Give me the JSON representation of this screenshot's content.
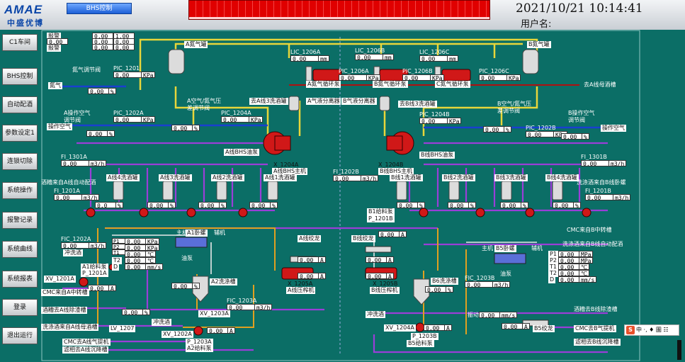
{
  "header": {
    "brand": "AMAE",
    "brand_cn": "中盛优博",
    "tab": "BHS控制",
    "datetime": "2021/10/21 10:14:41",
    "user_label": "用户名:"
  },
  "nav": [
    "C1车间",
    "BHS控制",
    "自动配酒",
    "参数设定1",
    "连锁切除",
    "系统操作",
    "报警记录",
    "系统曲线",
    "系统报表",
    "登录",
    "退出运行"
  ],
  "alarm_legend": {
    "label1": "报警",
    "label2": "报警",
    "v1": "0.00",
    "v2": "0.00",
    "v3": "0.00",
    "v4": "1.00",
    "v5": "0.00",
    "v6": "0.00",
    "v7": "0.00"
  },
  "labels": {
    "a_n2_tank": "A氮气罐",
    "b_n2_tank": "B氮气罐",
    "n2": "氮气",
    "n2_valve": "氮气调节阀",
    "pic1201": "PIC_1201",
    "lic1206a": "LIC_1206A",
    "lic1206b": "LIC_1206B",
    "lic1206c": "LIC_1206C",
    "pic1206a": "PIC_1206A",
    "pic1206b": "PIC_1206B",
    "pic1206c": "PIC_1206C",
    "a_n2_pump": "A氮气循环泵",
    "b_n2_pump": "B氮气循环泵",
    "c_n2_pump": "C氮气循环泵",
    "to_a_mother": "去A线母酒槽",
    "a_air_n2_valve": "A空气/氮气压差调节阀",
    "b_air_n2_valve": "B空气/氮气压差调节阀",
    "to_a3_wash": "去A线3洗酒罐",
    "to_a3_wash_b": "去B线3洗酒罐",
    "a_sep": "A气液分离器",
    "b_sep": "B气液分离器",
    "pic1202a": "PIC_1202A",
    "pic1204a": "PIC_1204A",
    "pic1204b": "PIC_1204B",
    "pic1202b": "PIC_1202B",
    "a_op_air": "A操作空气调节阀",
    "b_op_air": "B操作空气调节阀",
    "op_air": "操作空气",
    "op_air_b": "操作空气",
    "a_bhs_pump": "A线BHS油泵",
    "b_bhs_pump": "B线BHS油泵",
    "x1204a": "X_1204A",
    "a_bhs_main": "A线BHS主机",
    "x1204b": "X_1204B",
    "b_bhs_main": "B线BHS主机",
    "fi1301a": "FI_1301A",
    "fi1301b": "FI_1301B",
    "a_recv": "酒糟来自A线自动配酒",
    "b_recv": "洗涤酒来自B线卧螺",
    "fi1201a": "FI_1201A",
    "fi1201b": "FI_1201B",
    "fi1202b": "FI_1202B",
    "a4": "A线4洗酒罐",
    "a3": "A线3洗酒罐",
    "a2": "A线2洗酒罐",
    "a1": "A线1洗酒罐",
    "b1": "B线1洗酒罐",
    "b2": "B线2洗酒罐",
    "b3": "B线3洗酒罐",
    "b4": "B线4洗酒罐",
    "b1_feed": "B1给料泵",
    "p1201b": "P_1201B",
    "a_screw": "A线绞龙",
    "b_screw": "B线绞龙",
    "cmc_b": "CMC来自B中转槽",
    "wash_b_auto": "洗涤酒来自B线自动配酒",
    "fic1202a": "FIC_1202A",
    "main": "主机",
    "aux": "辅机",
    "a1_dec": "A1卧螺",
    "oil_pump": "油泵",
    "b5_dec": "B5卧螺",
    "oil_pump_b": "油泵",
    "wash_a": "冲洗酒",
    "xv1201a": "XV_1201A",
    "a1_feed": "A1给料泵",
    "p1201a": "P_1201A",
    "cmc_a": "CMC来自A中转槽",
    "a2_tank": "A2洗涤槽",
    "x1205a": "X_1205A",
    "a_press": "A线压榨机",
    "x1205b": "X_1205B",
    "b_press": "B线压榨机",
    "b6_tank": "B6洗涤槽",
    "fic1203b": "FIC_1203B",
    "to_a_clean": "酒糟去A线除渣槽",
    "to_b_clean": "酒糟去B线除渣槽",
    "lv1207": "LV_1207",
    "wash_to_a_mother": "洗涤酒来自A线母酒槽",
    "wash_a2": "冲洗酒",
    "xv1203a": "XV_1203A",
    "xv1202a": "XV_1202A",
    "fic1203a": "FIC_1203A",
    "p1203a": "P_1203A",
    "a2_feed": "A2给料泵",
    "cmc_to_a": "CMC去A线气提机",
    "liq_to_a": "滤相去A线沉降槽",
    "wash_b": "冲洗酒",
    "xv1204a": "XV_1204A",
    "p1203b": "P_1203B",
    "b5_feed": "B5给料泵",
    "vib": "振动",
    "b_screw2": "B5绞龙",
    "cmc_to_b": "CMC去B气提机",
    "liq_to_b": "滤相去B线沉降槽"
  },
  "values": {
    "pic1201": "0.00",
    "pic1201_u": "KPa",
    "n2_valve": "0.00",
    "lic1206a": "0.00",
    "lic1206a_u": "mm",
    "lic1206b": "0.00",
    "lic1206b_u": "mm",
    "lic1206c": "0.00",
    "lic1206c_u": "mm",
    "pic1206a": "0.00",
    "pic1206a_u": "KPa",
    "pic1206b": "0.00",
    "pic1206b_u": "KPa",
    "pic1206c": "0.00",
    "pic1206c_u": "KPa",
    "pic1202a": "0.00",
    "pic1202a_u": "KPa",
    "pic1204a": "0.00",
    "pic1204a_u": "KPa",
    "pic1204b": "0.00",
    "pic1204b_u": "KPa",
    "pic1202b": "0.00",
    "pic1202b_u": "KPa",
    "a_air_valve": "0.00",
    "b_air_valve": "0.00",
    "a_op_valve": "0.00",
    "b_op_valve": "0.00",
    "fi1301a": "0.00",
    "fi1301a_u": "m3/h",
    "fi1301b": "0.00",
    "fi1301b_u": "m3/h",
    "fi1201a": "0.00",
    "fi1201a_u": "m3/h",
    "fi1201b": "0.00",
    "fi1201b_u": "m3/h",
    "fi1202b": "0.00",
    "fi1202b_u": "m3/h",
    "a4p": "0.0",
    "a3p": "0.00",
    "a2p": "0.00",
    "a1p": "0.00",
    "b1p": "0.00",
    "b2p": "0.00",
    "b3p": "0.00",
    "b4p": "0.00",
    "pct": "%",
    "b1_feed_v": "0.00",
    "b1_feed_u": "A",
    "fic1202a": "0.00",
    "fic1202a_u": "m3/h",
    "a_p1": "0.00",
    "a_p2": "0.00",
    "a_t1": "0.00",
    "a_t2": "0.00",
    "a_d": "0.00",
    "u_kpa": "KPa",
    "u_c": "℃",
    "u_mms": "mm/s",
    "u_mpa": "MPa",
    "b_p1": "0.00",
    "b_p2": "0.00",
    "b_t1": "0.00",
    "b_t2": "0.00",
    "b_d": "0.00",
    "a1_feed_v": "0.00",
    "a1_feed_u": "A",
    "a_screw_v": "0.00",
    "a_screw_u": "A",
    "b_screw_v": "0.00",
    "b_screw_u": "A",
    "a_press_v": "0.00",
    "a_press_u": "A",
    "b_press_v": "0.00",
    "b_press_u": "A",
    "a2_tank_v": "0.00",
    "a2_tank_u": "%",
    "b6_tank_v": "0.00",
    "b6_tank_u": "%",
    "fic1203a": "0.00",
    "fic1203a_u": "m3/h",
    "fic1203b": "0.00",
    "fic1203b_u": "m3/h",
    "lv1207": "0.00",
    "lv1207_u": "%",
    "a2_feed_v": "0.00",
    "a2_feed_u": "A",
    "vib_v": "0.00",
    "vib_u": "mm/s",
    "b5_feed_v": "0.00",
    "b5_feed_u": "A",
    "b_screw2_v": "0.00",
    "b_screw2_u": "A"
  },
  "ut_labels": {
    "p1": "P1",
    "p2": "P2",
    "t1": "T1",
    "t2": "T2",
    "d": "D"
  },
  "ime": {
    "logo": "S",
    "text": "中 ·, ♦ 圖 ☷"
  },
  "colors": {
    "bg": "#0b6e66",
    "pipe_yellow": "#e8d63a",
    "pipe_purple": "#9a3ed8",
    "pipe_blue": "#1a3fd0",
    "pipe_orange": "#e0a020",
    "pipe_white": "#e8e8e8",
    "pump_red": "#d01818"
  }
}
